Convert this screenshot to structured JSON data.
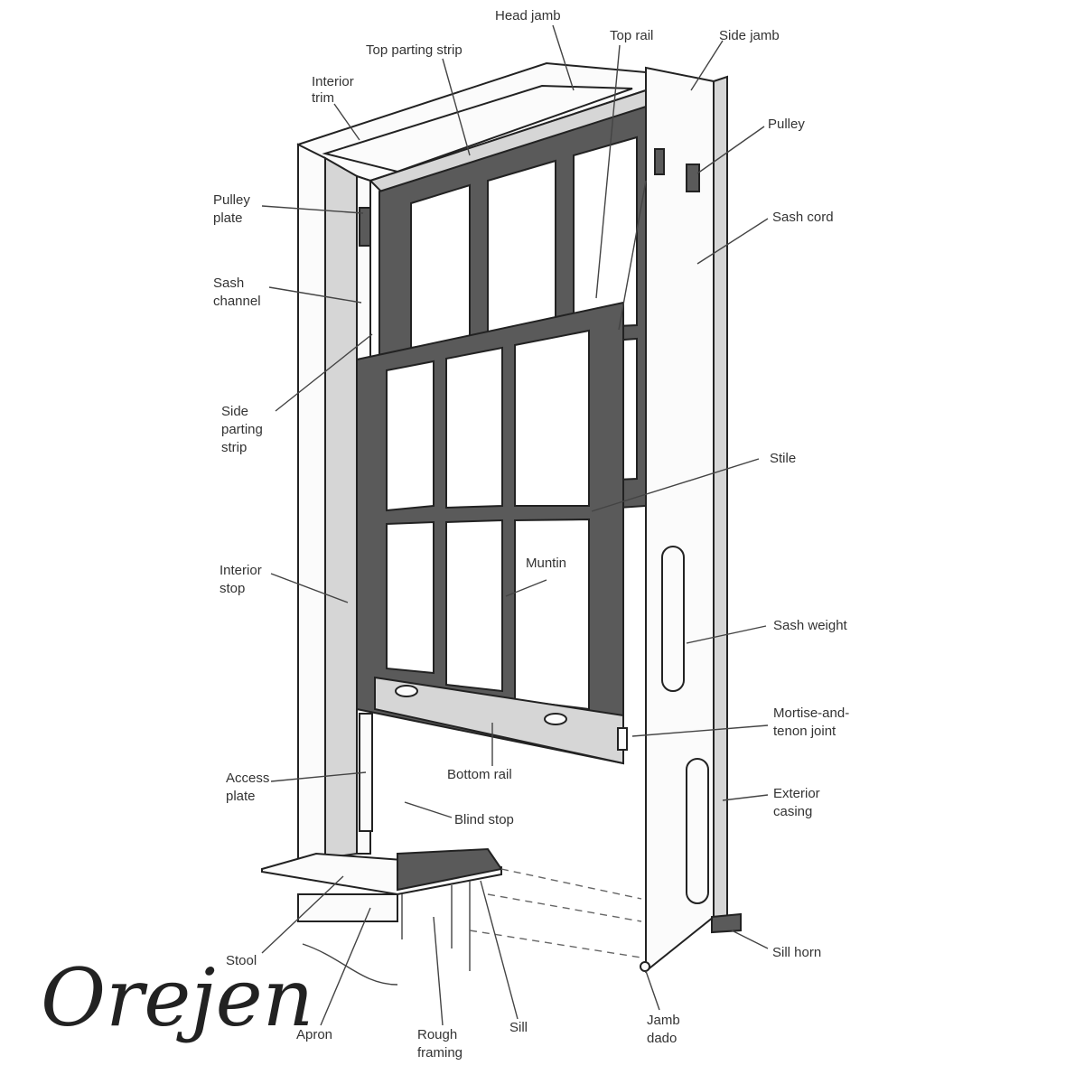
{
  "labels": {
    "head_jamb": "Head jamb",
    "top_parting_strip": "Top parting strip",
    "top_rail": "Top rail",
    "side_jamb": "Side jamb",
    "interior_trim_1": "Interior",
    "interior_trim_2": "trim",
    "pulley": "Pulley",
    "pulley_plate_1": "Pulley",
    "pulley_plate_2": "plate",
    "sash_cord": "Sash cord",
    "sash_channel_1": "Sash",
    "sash_channel_2": "channel",
    "side_parting_strip_1": "Side",
    "side_parting_strip_2": "parting",
    "side_parting_strip_3": "strip",
    "stile": "Stile",
    "muntin": "Muntin",
    "interior_stop_1": "Interior",
    "interior_stop_2": "stop",
    "sash_weight": "Sash weight",
    "mortise_tenon_1": "Mortise-and-",
    "mortise_tenon_2": "tenon joint",
    "bottom_rail": "Bottom rail",
    "access_plate_1": "Access",
    "access_plate_2": "plate",
    "blind_stop": "Blind stop",
    "exterior_casing_1": "Exterior",
    "exterior_casing_2": "casing",
    "sill_horn": "Sill horn",
    "stool": "Stool",
    "apron": "Apron",
    "rough_framing_1": "Rough",
    "rough_framing_2": "framing",
    "sill": "Sill",
    "jamb_dado_1": "Jamb",
    "jamb_dado_2": "dado"
  },
  "watermark": "Orejen",
  "colors": {
    "line": "#222222",
    "sash": "#5a5a5a",
    "label": "#333333"
  }
}
